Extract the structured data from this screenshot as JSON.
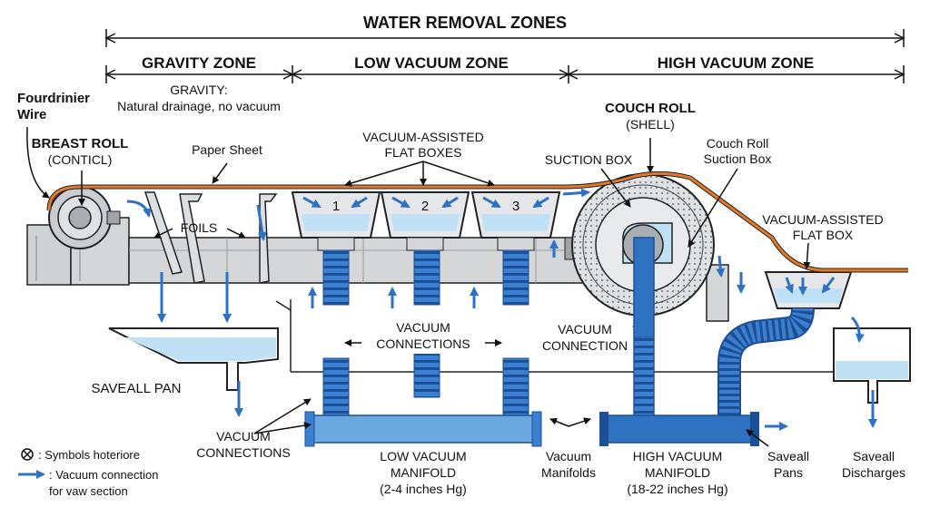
{
  "title": "WATER REMOVAL ZONES",
  "zones": {
    "gravity": "GRAVITY ZONE",
    "low": "LOW VACUUM ZONE",
    "high": "HIGH VACUUM ZONE"
  },
  "gravity_note": {
    "line1": "GRAVITY:",
    "line2": "Natural drainage, no vacuum"
  },
  "labels": {
    "fourdrinier_1": "Fourdrinier",
    "fourdrinier_2": "Wire",
    "breast_roll": "BREAST ROLL",
    "breast_roll_sub": "(CONTICL)",
    "paper_sheet": "Paper Sheet",
    "foils": "FOILS",
    "flat_boxes_1": "VACUUM-ASSISTED",
    "flat_boxes_2": "FLAT BOXES",
    "box_numbers": [
      "1",
      "2",
      "3"
    ],
    "couch_roll": "COUCH ROLL",
    "couch_roll_sub": "(SHELL)",
    "suction_box": "SUCTION BOX",
    "couch_suction_1": "Couch Roll",
    "couch_suction_2": "Suction Box",
    "flat_box_r_1": "VACUUM-ASSISTED",
    "flat_box_r_2": "FLAT BOX",
    "vac_conn_c_1": "VACUUM",
    "vac_conn_c_2": "CONNECTIONS",
    "vac_conn_r_1": "VACUUM",
    "vac_conn_r_2": "CONNECTION",
    "saveall_pan": "SAVEALL PAN",
    "vac_conn_l_1": "VACUUM",
    "vac_conn_l_2": "CONNECTIONS",
    "low_manifold_1": "LOW VACUUM",
    "low_manifold_2": "MANIFOLD",
    "low_manifold_3": "(2-4 inches Hg)",
    "vac_manifolds_1": "Vacuum",
    "vac_manifolds_2": "Manifolds",
    "high_manifold_1": "HIGH VACUUM",
    "high_manifold_2": "MANIFOLD",
    "high_manifold_3": "(18-22 inches Hg)",
    "saveall_pans_1": "Saveall",
    "saveall_pans_2": "Pans",
    "saveall_dis_1": "Saveall",
    "saveall_dis_2": "Discharges"
  },
  "legend": {
    "symbol_text": ": Symbols hoteriore",
    "arrow_text_1": ": Vacuum connection",
    "arrow_text_2": "for vaw section"
  },
  "colors": {
    "wire": "#e07a2b",
    "pipe": "#2f72c2",
    "pipe_dark": "#1d4f96",
    "water": "#bfe0f5",
    "machine": "#d4d6d8",
    "outline": "#222222"
  }
}
